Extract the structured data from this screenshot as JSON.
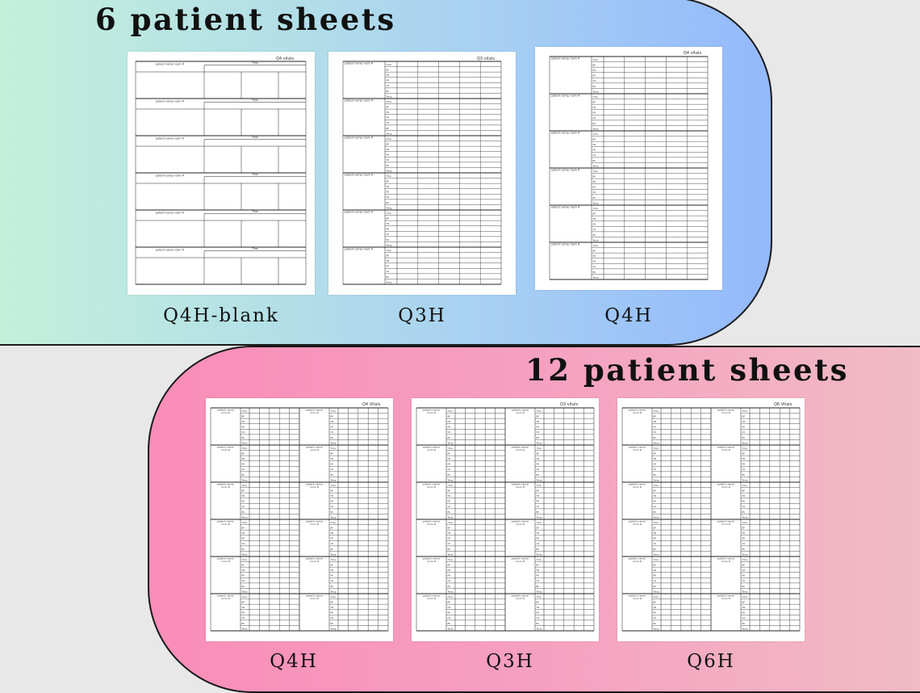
{
  "sections": [
    {
      "heading": "6 patient sheets",
      "sheets": [
        {
          "caption": "Q4H-blank",
          "title": "Q4 vitals",
          "layout": "blank",
          "columns": 1,
          "patients": 6,
          "patient_label": "patient name/ room #",
          "time_label": "Time"
        },
        {
          "caption": "Q3H",
          "title": "Q3 vitals",
          "layout": "rows",
          "columns": 1,
          "patients": 6,
          "patient_label": "patient name/ room #"
        },
        {
          "caption": "Q4H",
          "title": "Q4 vitals",
          "layout": "rows",
          "columns": 1,
          "patients": 6,
          "patient_label": "patient name/ room #"
        }
      ]
    },
    {
      "heading": "12 patient sheets",
      "sheets": [
        {
          "caption": "Q4H",
          "title": "Q4 Vitals",
          "layout": "rows",
          "columns": 2,
          "patients": 12,
          "patient_label": "patient name/ room #"
        },
        {
          "caption": "Q3H",
          "title": "Q3 vitals",
          "layout": "rows",
          "columns": 2,
          "patients": 12,
          "patient_label": "patient name/ room #"
        },
        {
          "caption": "Q6H",
          "title": "Q6 Vitals",
          "layout": "rows",
          "columns": 2,
          "patients": 12,
          "patient_label": "patient name/ room #"
        }
      ]
    }
  ],
  "vital_rows": [
    "Time",
    "BP",
    "HR",
    "RR",
    "O2",
    "BS",
    "Temp"
  ]
}
